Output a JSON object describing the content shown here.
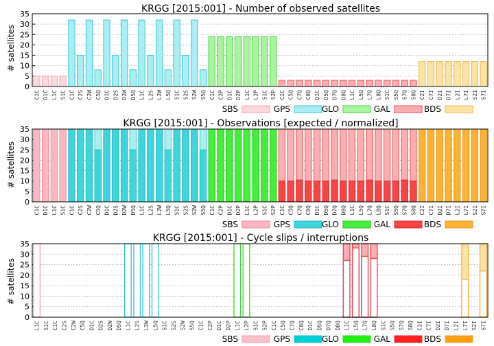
{
  "systems": [
    {
      "name": "SBS",
      "light": "#ffd6dc",
      "edge_light": "#f4a7b2",
      "fill2": "#fcb8c2",
      "edge2": "#f58a9a",
      "fill3": "#ffc0c8",
      "edge3": "#f7a0ac"
    },
    {
      "name": "GPS",
      "light": "#a8eef3",
      "edge_light": "#35c9d4",
      "fill2": "#3ed6dc",
      "edge2": "#22b8c0",
      "fill3": "#00cfd6",
      "edge3": "#25bcd0"
    },
    {
      "name": "GLO",
      "light": "#aaf3a0",
      "edge_light": "#44d83a",
      "fill2": "#45ee3a",
      "edge2": "#22c81a",
      "fill3": "#22ee10",
      "edge3": "#3cd832"
    },
    {
      "name": "GAL",
      "light": "#fcaeb0",
      "edge_light": "#e84c52",
      "fill2": "#f74545",
      "edge2": "#d8262c",
      "fill3": "#ff2020",
      "edge3": "#e0303a"
    },
    {
      "name": "BDS",
      "light": "#fde2a6",
      "edge_light": "#f0b54c",
      "fill2": "#fcb232",
      "edge2": "#e8981c",
      "fill3": "#ffa010",
      "edge3": "#eea43a"
    }
  ],
  "chart_data": [
    {
      "type": "bar",
      "title": "KRGG [2015:001] - Number of observed satellites",
      "ylabel": "# satellites",
      "ylim": [
        0,
        35
      ],
      "yticks": [
        0,
        5,
        10,
        15,
        20,
        25,
        30,
        35
      ],
      "grid": true,
      "legend": "bottom-right",
      "legend_entries": [
        "SBS",
        "GPS",
        "GLO",
        "GAL",
        "BDS"
      ],
      "categories": [
        "C1C",
        "D1C",
        "L1C",
        "S1C",
        "C1C",
        "C2S",
        "C2W",
        "C5Q",
        "D1C",
        "D2S",
        "D2W",
        "D5Q",
        "L1C",
        "L2S",
        "L2W",
        "L5Q",
        "S1C",
        "S2S",
        "S2W",
        "S5Q",
        "C1C",
        "C2P",
        "D1C",
        "D2P",
        "L1C",
        "L2P",
        "S1C",
        "S2P",
        "C1C",
        "C5Q",
        "C7Q",
        "C8Q",
        "D1C",
        "D5Q",
        "D7Q",
        "D8Q",
        "L1C",
        "L5Q",
        "L7Q",
        "L8Q",
        "S1C",
        "S5Q",
        "S7Q",
        "S8Q",
        "C2I",
        "C7I",
        "D2I",
        "D7I",
        "L2I",
        "L7I",
        "S2I",
        "S7I"
      ],
      "system": [
        0,
        0,
        0,
        0,
        1,
        1,
        1,
        1,
        1,
        1,
        1,
        1,
        1,
        1,
        1,
        1,
        1,
        1,
        1,
        1,
        2,
        2,
        2,
        2,
        2,
        2,
        2,
        2,
        3,
        3,
        3,
        3,
        3,
        3,
        3,
        3,
        3,
        3,
        3,
        3,
        3,
        3,
        3,
        3,
        4,
        4,
        4,
        4,
        4,
        4,
        4,
        4
      ],
      "values": [
        5,
        5,
        5,
        5,
        32,
        15,
        32,
        8,
        32,
        15,
        32,
        8,
        32,
        15,
        32,
        8,
        32,
        15,
        32,
        8,
        24,
        24,
        24,
        24,
        24,
        24,
        24,
        24,
        3,
        3,
        3,
        3,
        3,
        3,
        3,
        3,
        3,
        3,
        3,
        3,
        3,
        3,
        3,
        3,
        12,
        12,
        12,
        12,
        12,
        12,
        12,
        12
      ]
    },
    {
      "type": "bar",
      "title": "KRGG [2015:001] - Observations [expected / normalized]",
      "ylabel": "# satellites",
      "ylim": [
        0,
        35
      ],
      "yticks": [
        0,
        5,
        10,
        15,
        20,
        25,
        30,
        35
      ],
      "grid": true,
      "legend": "bottom-right",
      "legend_entries": [
        "SBS",
        "GPS",
        "GLO",
        "GAL",
        "BDS"
      ],
      "categories": [
        "C1C",
        "D1C",
        "L1C",
        "S1C",
        "C1C",
        "C2S",
        "C2W",
        "C5Q",
        "D1C",
        "D2S",
        "D2W",
        "D5Q",
        "L1C",
        "L2S",
        "L2W",
        "L5Q",
        "S1C",
        "S2S",
        "S2W",
        "S5Q",
        "C1C",
        "C2P",
        "D1C",
        "D2P",
        "L1C",
        "L2P",
        "S1C",
        "S2P",
        "C1C",
        "C5Q",
        "C7Q",
        "C8Q",
        "D1C",
        "D5Q",
        "D7Q",
        "D8Q",
        "L1C",
        "L5Q",
        "L7Q",
        "L8Q",
        "S1C",
        "S5Q",
        "S7Q",
        "S8Q",
        "C2I",
        "C7I",
        "D2I",
        "D7I",
        "L2I",
        "L7I",
        "S2I",
        "S7I"
      ],
      "system": [
        0,
        0,
        0,
        0,
        1,
        1,
        1,
        1,
        1,
        1,
        1,
        1,
        1,
        1,
        1,
        1,
        1,
        1,
        1,
        1,
        2,
        2,
        2,
        2,
        2,
        2,
        2,
        2,
        3,
        3,
        3,
        3,
        3,
        3,
        3,
        3,
        3,
        3,
        3,
        3,
        3,
        3,
        3,
        3,
        4,
        4,
        4,
        4,
        4,
        4,
        4,
        4
      ],
      "series": [
        {
          "name": "expected",
          "values": [
            35,
            35,
            35,
            35,
            35,
            35,
            35,
            35,
            35,
            35,
            35,
            35,
            35,
            35,
            35,
            35,
            35,
            35,
            35,
            35,
            35,
            35,
            35,
            35,
            35,
            35,
            35,
            35,
            35,
            35,
            35,
            35,
            35,
            35,
            35,
            35,
            35,
            35,
            35,
            35,
            35,
            35,
            35,
            35,
            35,
            35,
            35,
            35,
            35,
            35,
            35,
            35
          ]
        },
        {
          "name": "normalized",
          "values": [
            35,
            35,
            35,
            35,
            35,
            35,
            35,
            25,
            35,
            35,
            35,
            25,
            35,
            35,
            35,
            25,
            35,
            35,
            35,
            25,
            35,
            35,
            35,
            35,
            35,
            35,
            35,
            35,
            10,
            10,
            10.5,
            10,
            10,
            10,
            10.5,
            10,
            10,
            10,
            10.5,
            10,
            10,
            10,
            10.5,
            10,
            35,
            35,
            35,
            35,
            35,
            35,
            35,
            35
          ]
        }
      ]
    },
    {
      "type": "bar",
      "title": "KRGG [2015:001] - Cycle slips / interruptions",
      "ylabel": "# satellites",
      "ylim": [
        0,
        35
      ],
      "yticks": [
        0,
        5,
        10,
        15,
        20,
        25,
        30,
        35
      ],
      "grid": true,
      "legend": "bottom-right",
      "legend_entries": [
        "SBS",
        "GPS",
        "GLO",
        "GAL",
        "BDS"
      ],
      "categories": [
        "L1C",
        "S1C",
        "C1C",
        "C2S",
        "C2W",
        "C5Q",
        "D1C",
        "D2S",
        "D2W",
        "D5Q",
        "L1C",
        "L2S",
        "L2W",
        "L5Q",
        "S1C",
        "S2S",
        "S2W",
        "S5Q",
        "C1C",
        "C2P",
        "D1C",
        "D2P",
        "L1C",
        "L2P",
        "S1C",
        "S2P",
        "C1C",
        "C5Q",
        "C7Q",
        "C8Q",
        "D1C",
        "D5Q",
        "D7Q",
        "D8Q",
        "L1C",
        "L5Q",
        "L7Q",
        "L8Q",
        "S1C",
        "S5Q",
        "S7Q",
        "S8Q",
        "C2I",
        "C7I",
        "D2I",
        "D7I",
        "L2I",
        "L7I",
        "S2I",
        "S7I"
      ],
      "system": [
        0,
        0,
        1,
        1,
        1,
        1,
        1,
        1,
        1,
        1,
        1,
        1,
        1,
        1,
        1,
        1,
        1,
        1,
        2,
        2,
        2,
        2,
        2,
        2,
        2,
        2,
        3,
        3,
        3,
        3,
        3,
        3,
        3,
        3,
        3,
        3,
        3,
        3,
        3,
        3,
        3,
        3,
        4,
        4,
        4,
        4,
        4,
        4,
        4,
        4
      ],
      "series": [
        {
          "name": "interruptions",
          "values": [
            35,
            0,
            0,
            0,
            0,
            0,
            0,
            0,
            0,
            0,
            35,
            35,
            35,
            35,
            0,
            0,
            0,
            0,
            0,
            0,
            0,
            0,
            35,
            35,
            0,
            0,
            0,
            0,
            0,
            0,
            0,
            0,
            0,
            0,
            35,
            35,
            35,
            35,
            0,
            0,
            0,
            0,
            0,
            0,
            0,
            0,
            0,
            35,
            0,
            35
          ]
        },
        {
          "name": "slips",
          "values": [
            0,
            0,
            0,
            0,
            0,
            0,
            0,
            0,
            0,
            0,
            0,
            0,
            0,
            0,
            0,
            0,
            0,
            0,
            0,
            0,
            0,
            0,
            0,
            0,
            0,
            0,
            0,
            0,
            0,
            0,
            0,
            0,
            0,
            0,
            27,
            33,
            29,
            28,
            0,
            0,
            0,
            0,
            0,
            0,
            0,
            0,
            0,
            18,
            0,
            22
          ]
        }
      ]
    }
  ]
}
